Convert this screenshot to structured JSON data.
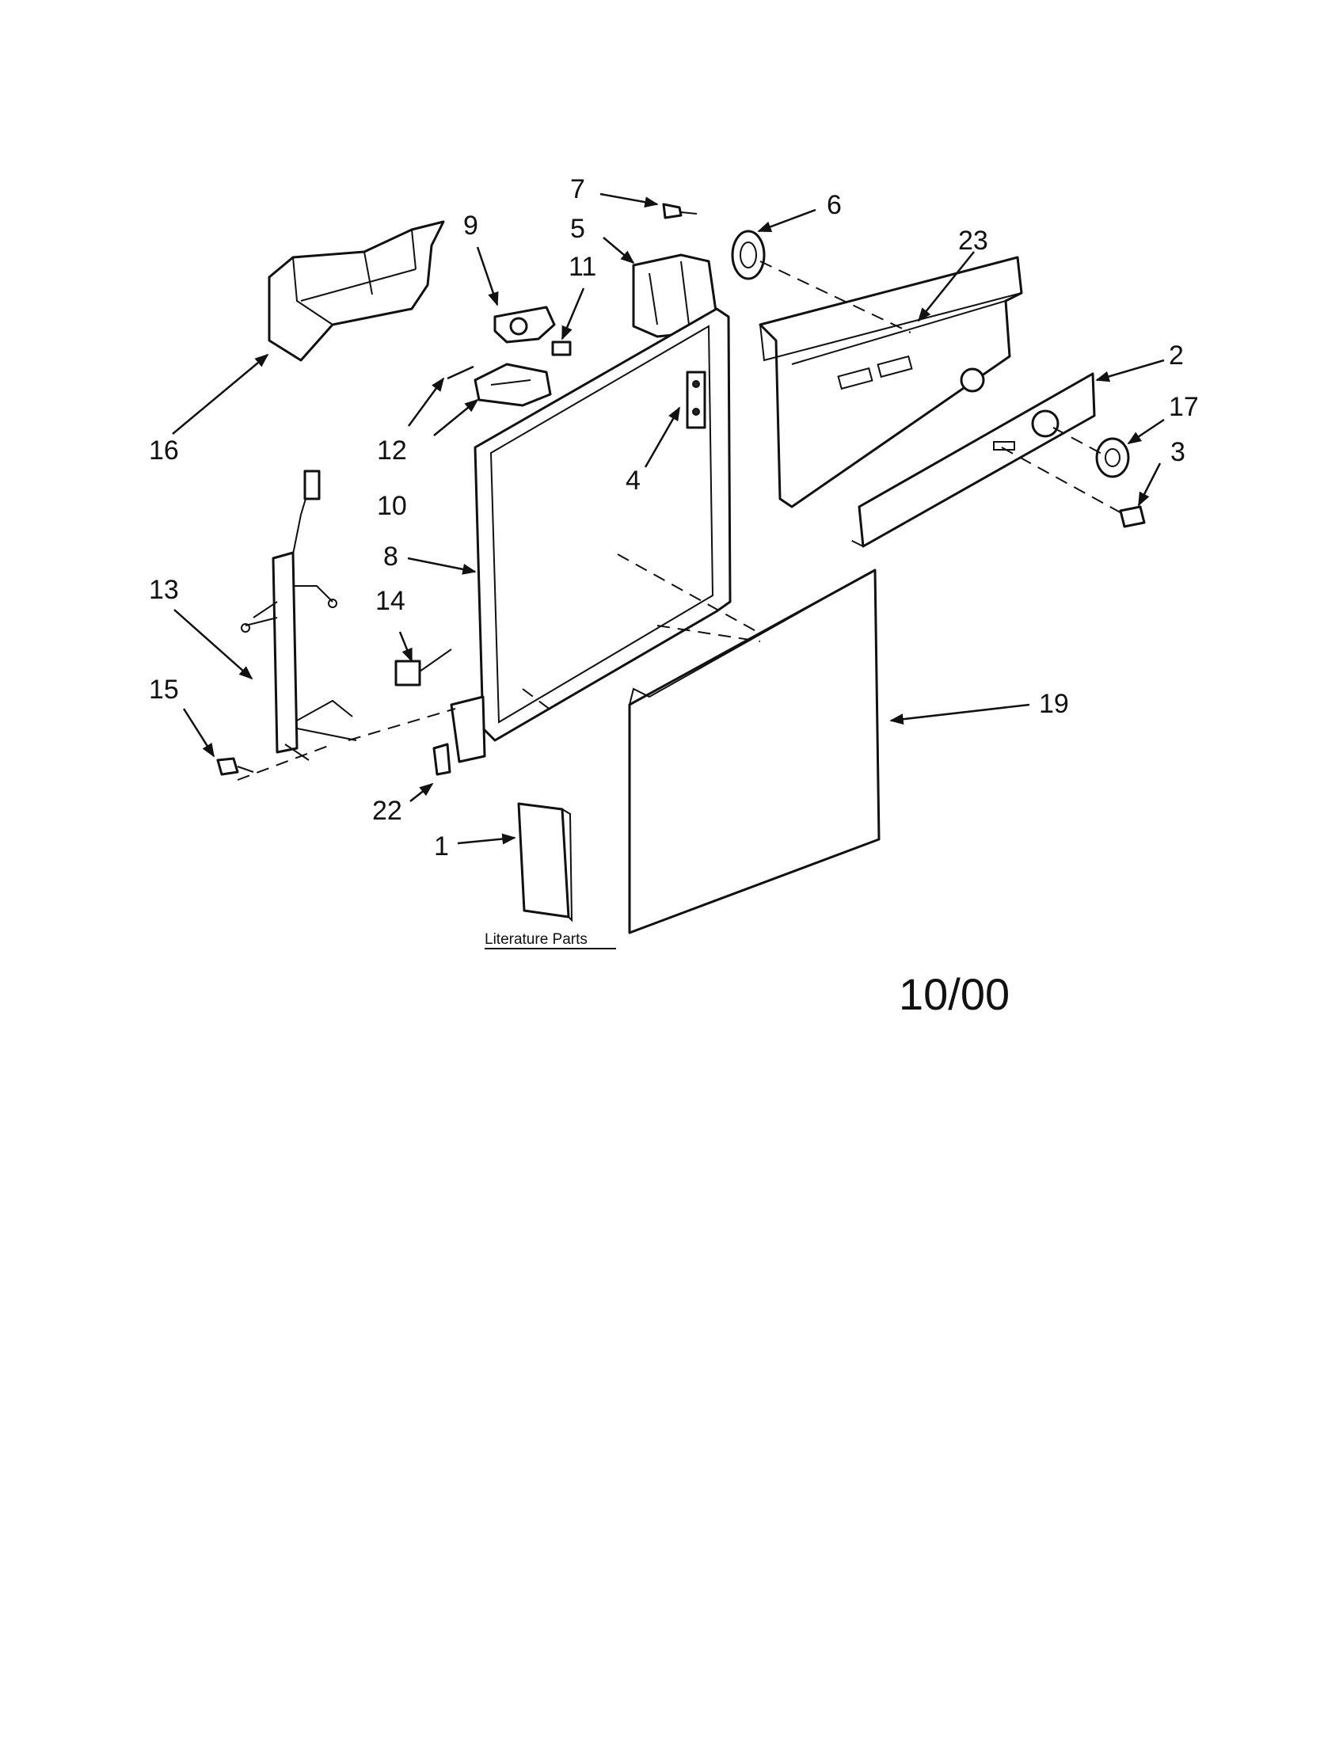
{
  "diagram": {
    "part_numbers": {
      "p1": "1",
      "p2": "2",
      "p3": "3",
      "p4": "4",
      "p5": "5",
      "p6": "6",
      "p7": "7",
      "p8": "8",
      "p9": "9",
      "p10": "10",
      "p11": "11",
      "p12": "12",
      "p13": "13",
      "p14": "14",
      "p15": "15",
      "p16": "16",
      "p17": "17",
      "p19": "19",
      "p22": "22",
      "p23": "23"
    },
    "literature_label": "Literature Parts",
    "date_code": "10/00"
  }
}
